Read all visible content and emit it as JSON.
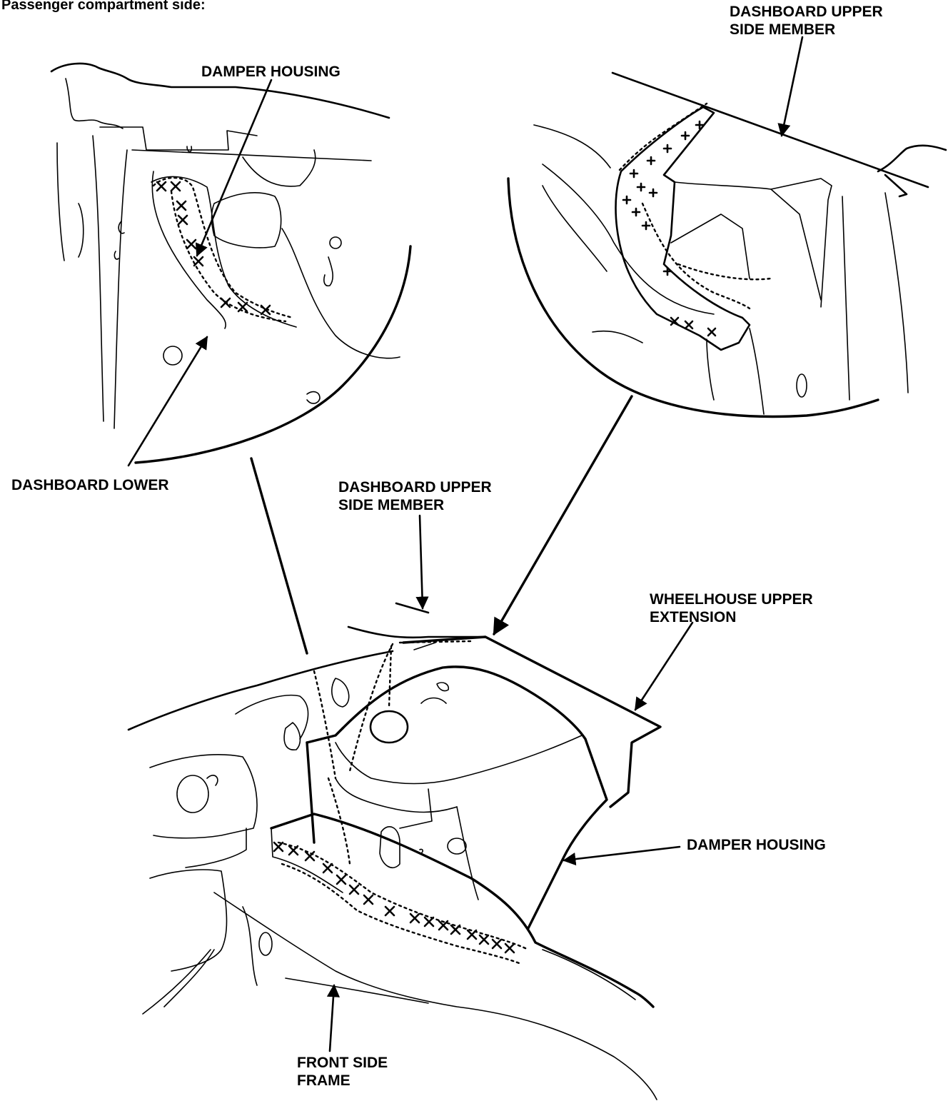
{
  "header": {
    "caption": "Passenger compartment side:"
  },
  "labels": {
    "damper_housing_detail": "DAMPER HOUSING",
    "dashboard_lower": "DASHBOARD LOWER",
    "dashboard_upper_side_member_detail": [
      "DASHBOARD UPPER",
      "SIDE MEMBER"
    ],
    "dashboard_upper_side_member_main": [
      "DASHBOARD UPPER",
      "SIDE MEMBER"
    ],
    "wheelhouse_upper_extension": [
      "WHEELHOUSE UPPER",
      "EXTENSION"
    ],
    "damper_housing_main": "DAMPER HOUSING",
    "front_side_frame": [
      "FRONT SIDE",
      "FRAME"
    ]
  }
}
